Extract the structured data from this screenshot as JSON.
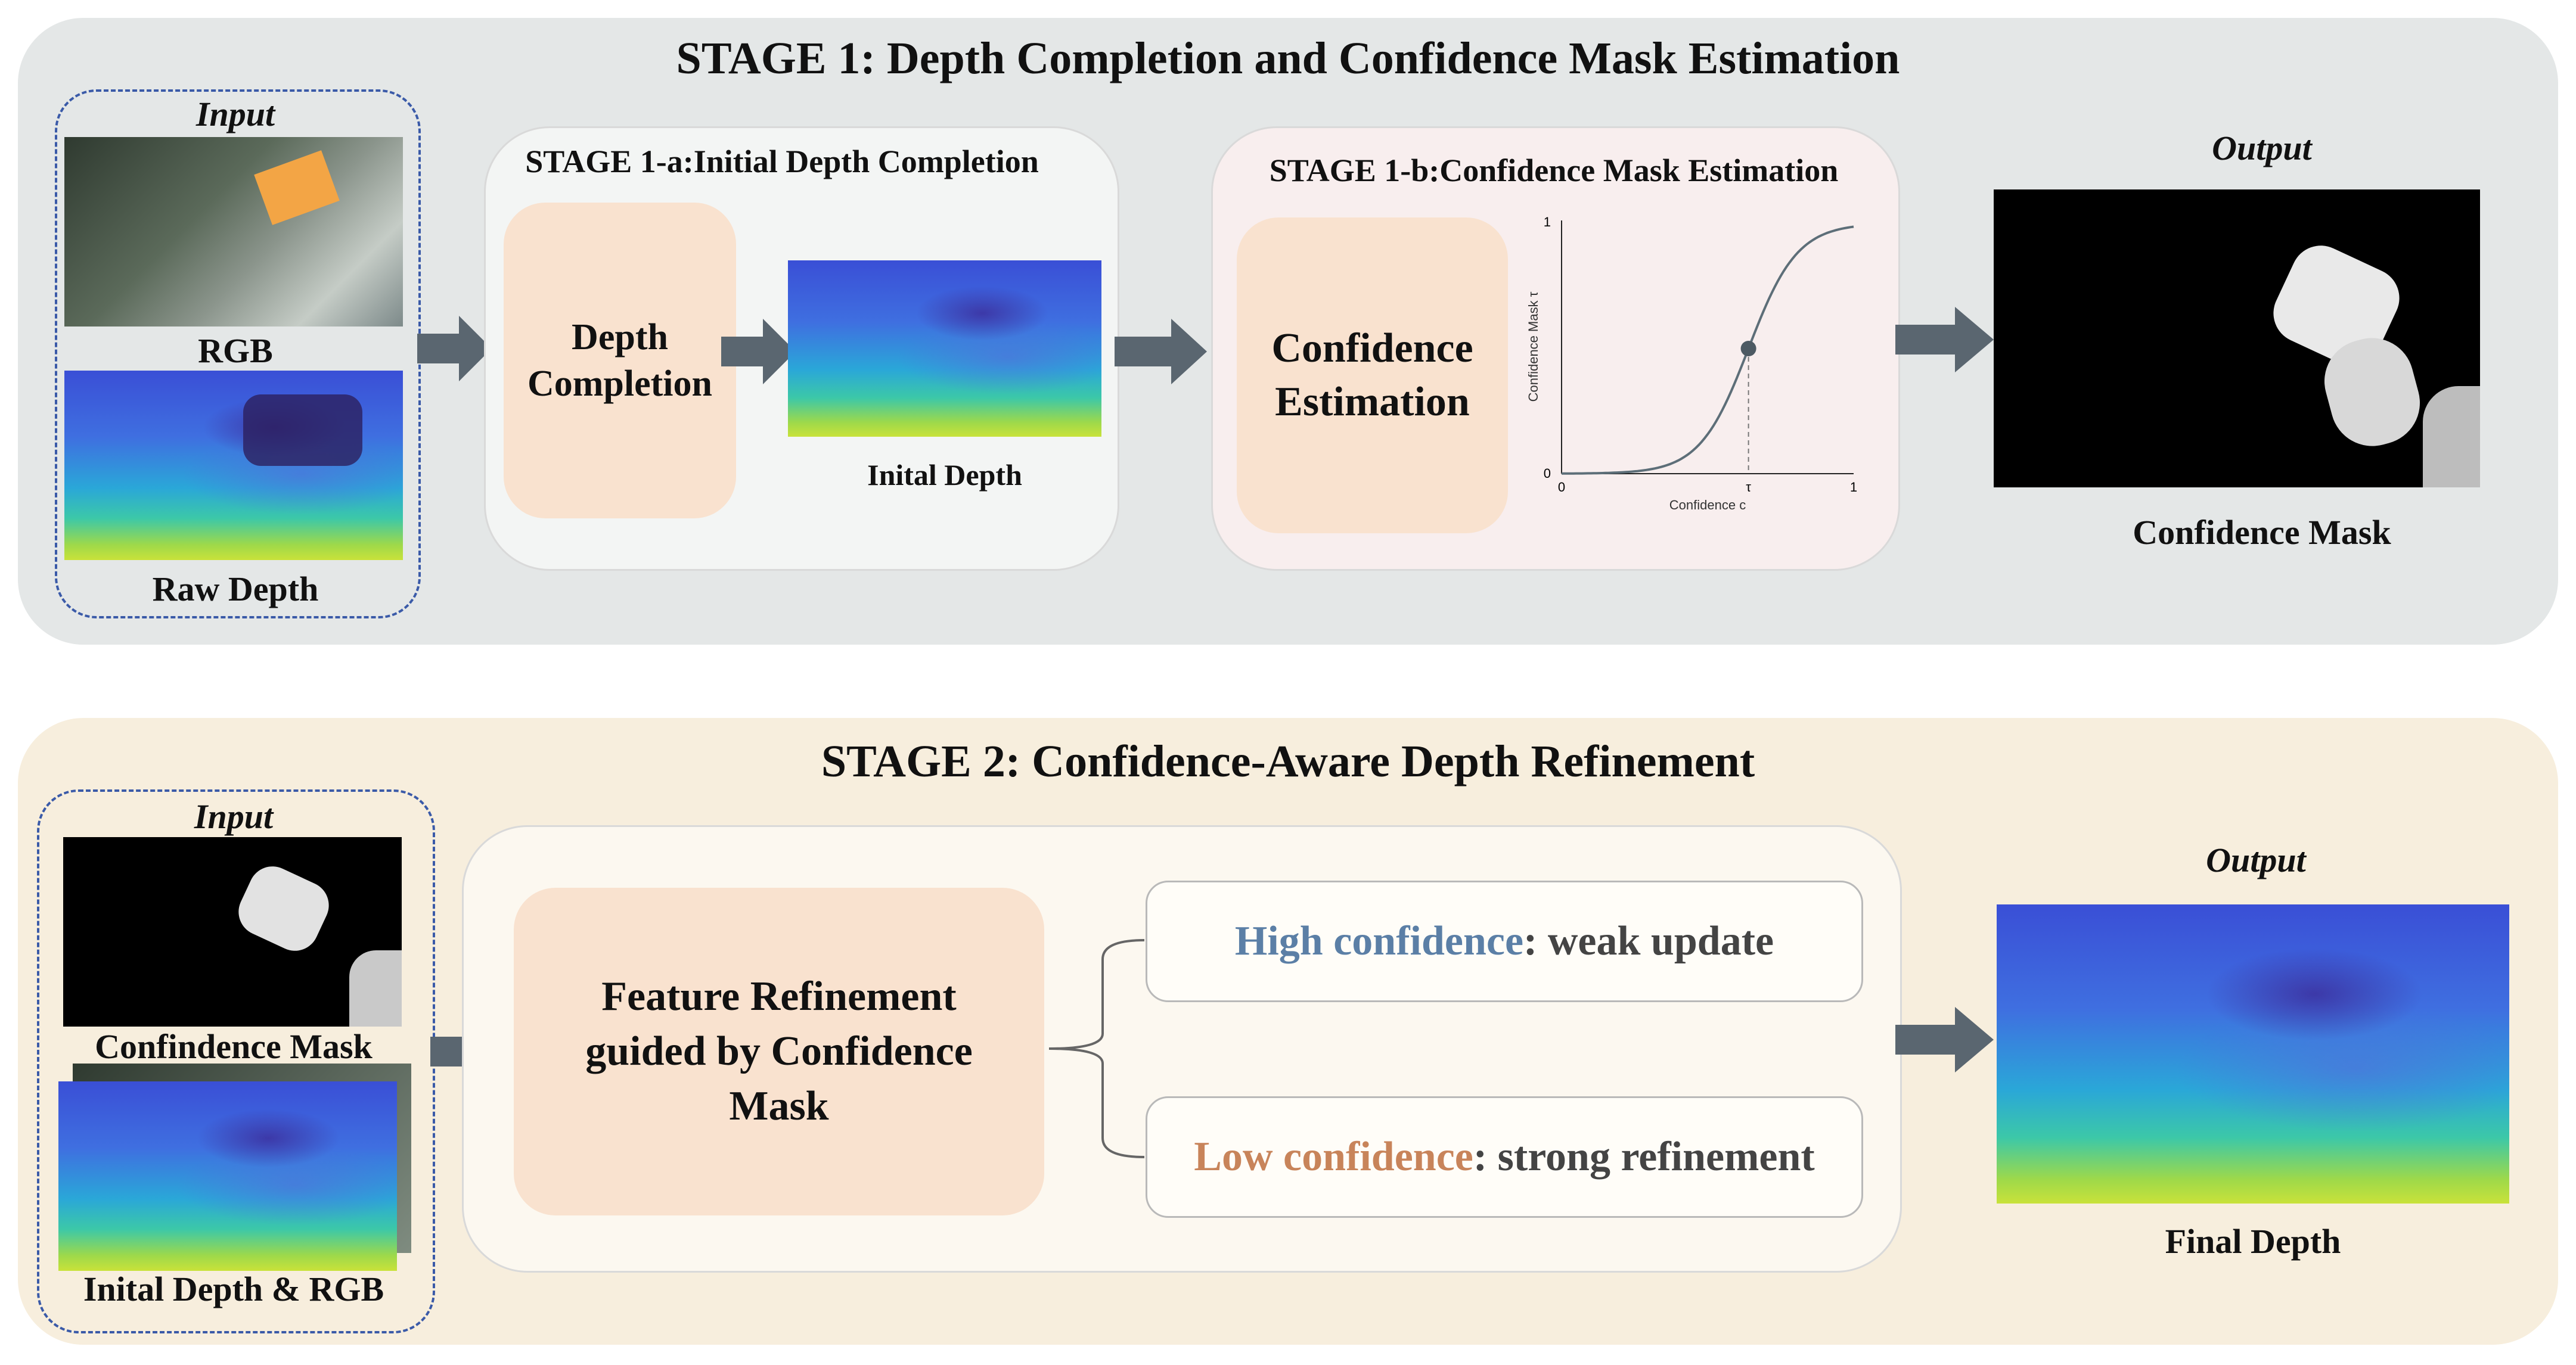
{
  "stage1": {
    "title": "STAGE 1: Depth Completion and Confidence Mask Estimation",
    "input_label": "Input",
    "rgb_label": "RGB",
    "raw_depth_label": "Raw Depth",
    "sub_a_title": "STAGE 1-a:Initial Depth Completion",
    "depth_completion": "Depth Completion",
    "initial_depth_label": "Inital Depth",
    "sub_b_title": "STAGE 1-b:Confidence Mask Estimation",
    "confidence_estimation": "Confidence Estimation",
    "output_label": "Output",
    "confidence_mask_label": "Confidence Mask"
  },
  "stage2": {
    "title": "STAGE 2: Confidence-Aware Depth Refinement",
    "input_label": "Input",
    "mask_label": "Confindence Mask",
    "initial_rgb_label": "Inital Depth & RGB",
    "feature_refinement": "Feature Refinement guided by Confidence Mask",
    "high_prefix": "High confidence",
    "high_suffix": ": weak update",
    "low_prefix": "Low confidence",
    "low_suffix": ": strong refinement",
    "output_label": "Output",
    "final_depth_label": "Final Depth"
  },
  "colors": {
    "high": "#5b7fa6",
    "low": "#c8845a",
    "arrow": "#5a6670",
    "input_border": "#3a5aa8"
  },
  "chart_data": {
    "type": "line",
    "curve": "sigmoid",
    "xlabel": "Confidence c",
    "ylabel": "Confidence Mask τ",
    "x_ticks": [
      "0",
      "τ",
      "1"
    ],
    "y_ticks": [
      "0",
      "1"
    ],
    "xlim": [
      0,
      1
    ],
    "ylim": [
      0,
      1
    ],
    "marker": {
      "x": 0.64,
      "y": 0.5
    }
  }
}
